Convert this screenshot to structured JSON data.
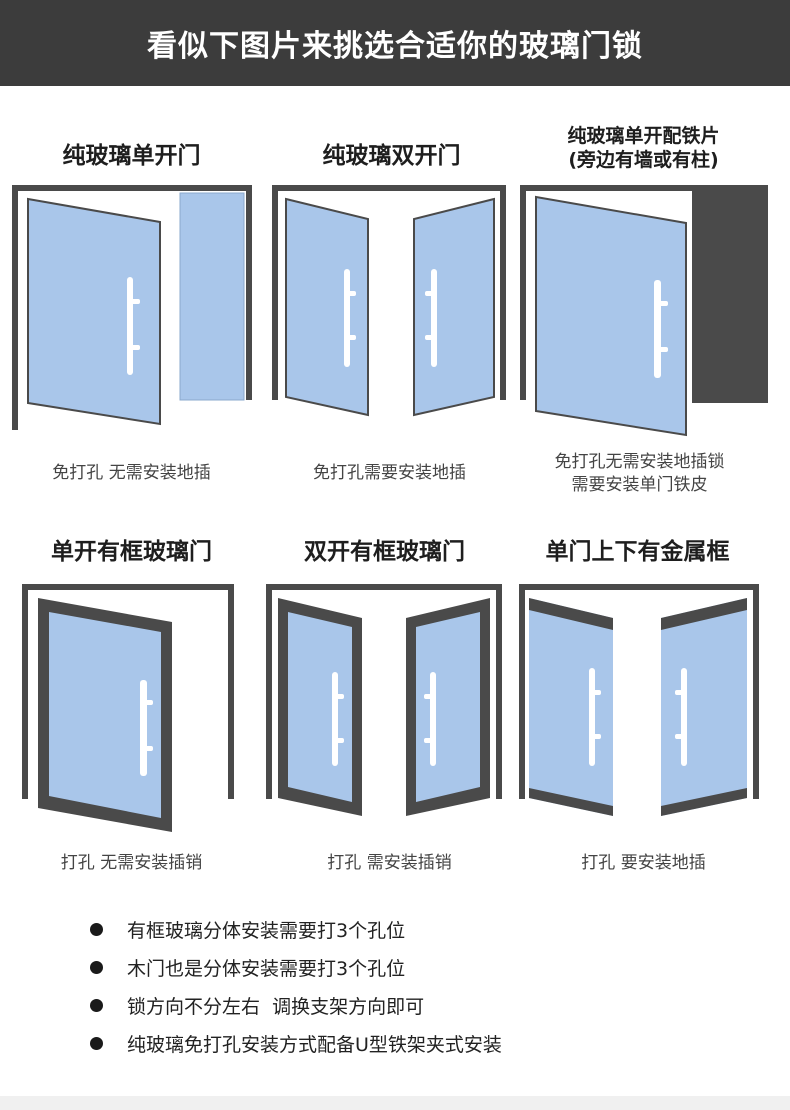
{
  "header": {
    "title": "看似下图片来挑选合适你的玻璃门锁"
  },
  "row1": [
    {
      "title": [
        "纯玻璃单开门"
      ],
      "caption": [
        "免打孔 无需安装地插"
      ]
    },
    {
      "title": [
        "纯玻璃双开门"
      ],
      "caption": [
        "免打孔需要安装地插"
      ]
    },
    {
      "title": [
        "纯玻璃单开配铁片",
        "(旁边有墙或有柱)"
      ],
      "caption": [
        "免打孔无需安装地插锁",
        "需要安装单门铁皮"
      ]
    }
  ],
  "row2": [
    {
      "title": [
        "单开有框玻璃门"
      ],
      "caption": [
        "打孔 无需安装插销"
      ]
    },
    {
      "title": [
        "双开有框玻璃门"
      ],
      "caption": [
        "打孔 需安装插销"
      ]
    },
    {
      "title": [
        "单门上下有金属框"
      ],
      "caption": [
        "打孔 要安装地插"
      ]
    }
  ],
  "bullets": [
    "有框玻璃分体安装需要打3个孔位",
    "木门也是分体安装需要打3个孔位",
    "锁方向不分左右  调换支架方向即可",
    "纯玻璃免打孔安装方式配备U型铁架夹式安装"
  ],
  "colors": {
    "header_bg": "#3c3c3c",
    "frame": "#4a4a4a",
    "glass": "#a9c6ea",
    "handle": "#ffffff"
  }
}
